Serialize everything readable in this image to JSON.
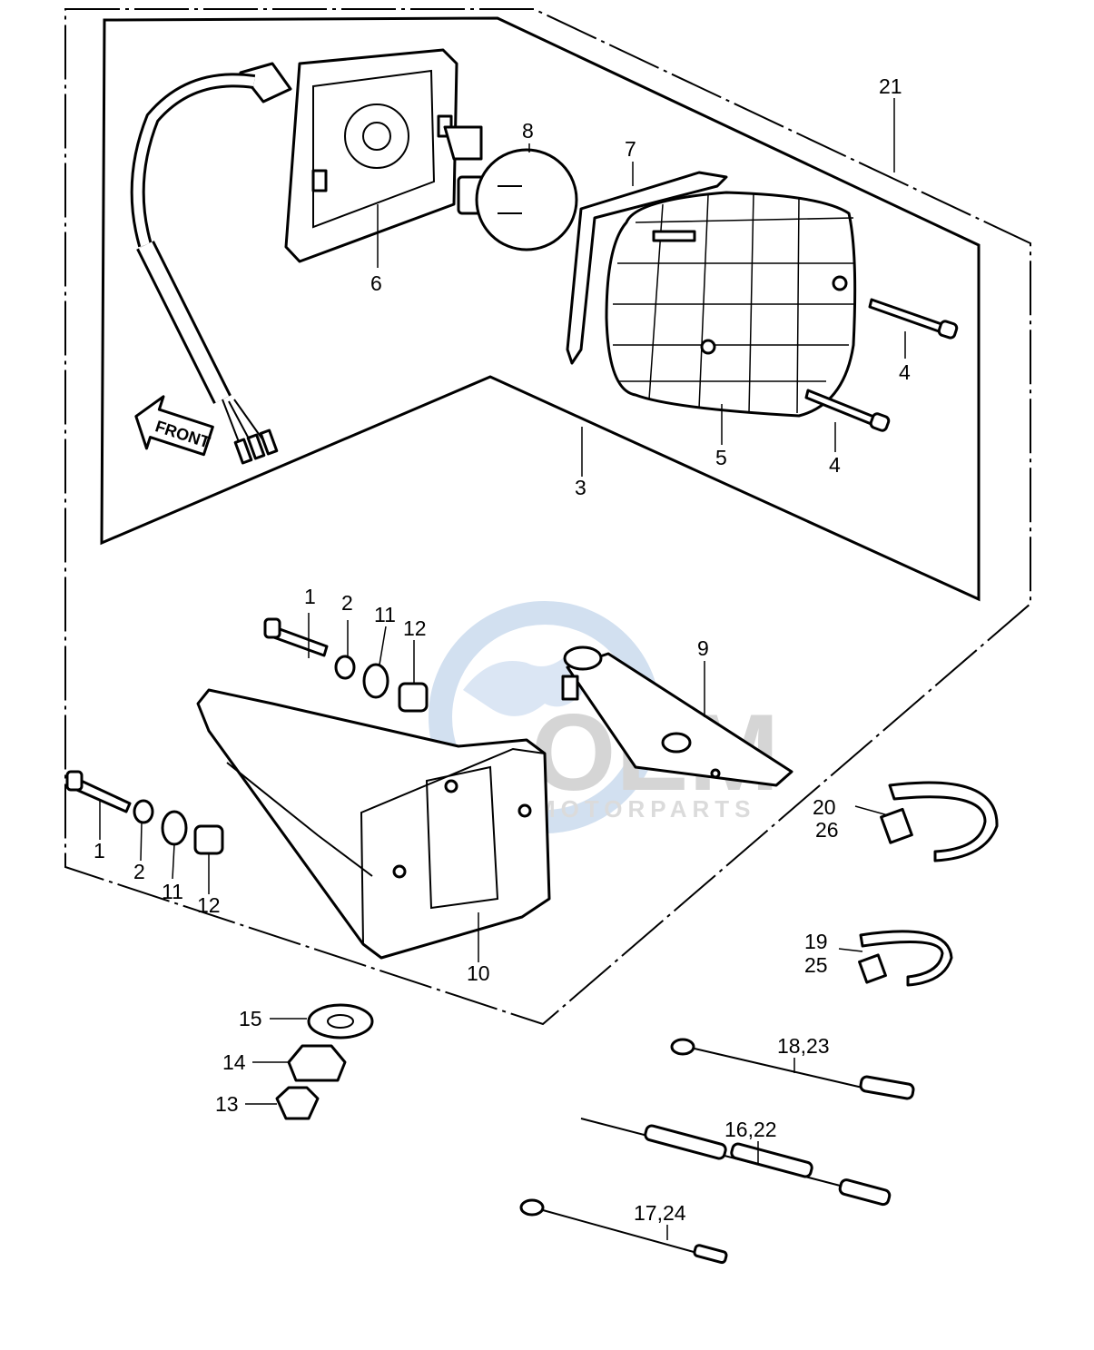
{
  "diagram": {
    "front_arrow_label": "FRONT",
    "watermark": {
      "brand": "OEM",
      "subtitle": "MOTORPARTS"
    },
    "callouts": [
      {
        "id": "21",
        "label": "21"
      },
      {
        "id": "8",
        "label": "8"
      },
      {
        "id": "7",
        "label": "7"
      },
      {
        "id": "6",
        "label": "6"
      },
      {
        "id": "4a",
        "label": "4"
      },
      {
        "id": "4b",
        "label": "4"
      },
      {
        "id": "5",
        "label": "5"
      },
      {
        "id": "3",
        "label": "3"
      },
      {
        "id": "1a",
        "label": "1"
      },
      {
        "id": "2a",
        "label": "2"
      },
      {
        "id": "11a",
        "label": "11"
      },
      {
        "id": "12a",
        "label": "12"
      },
      {
        "id": "9",
        "label": "9"
      },
      {
        "id": "1b",
        "label": "1"
      },
      {
        "id": "2b",
        "label": "2"
      },
      {
        "id": "11b",
        "label": "11"
      },
      {
        "id": "12b",
        "label": "12"
      },
      {
        "id": "20",
        "label": "20"
      },
      {
        "id": "26",
        "label": "26"
      },
      {
        "id": "10",
        "label": "10"
      },
      {
        "id": "19",
        "label": "19"
      },
      {
        "id": "25",
        "label": "25"
      },
      {
        "id": "15",
        "label": "15"
      },
      {
        "id": "14",
        "label": "14"
      },
      {
        "id": "13",
        "label": "13"
      },
      {
        "id": "18_23",
        "label": "18,23"
      },
      {
        "id": "16_22",
        "label": "16,22"
      },
      {
        "id": "17_24",
        "label": "17,24"
      }
    ]
  }
}
